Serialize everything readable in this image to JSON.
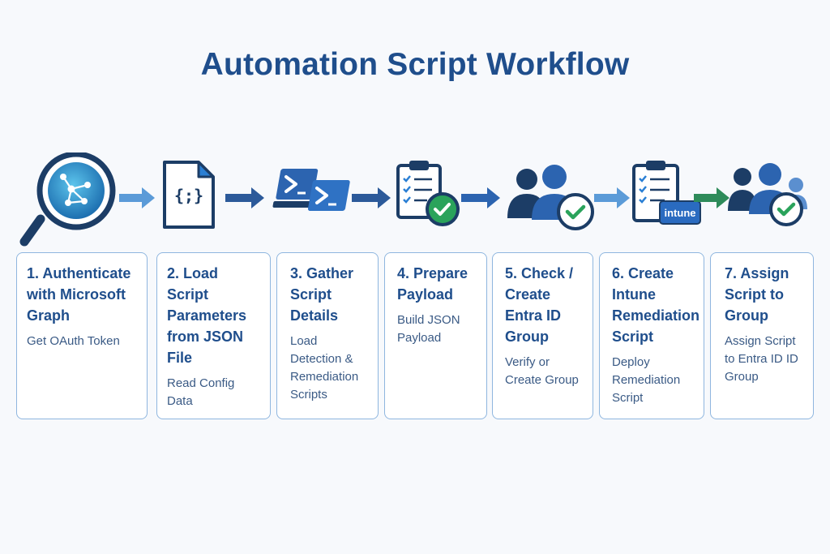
{
  "title": "Automation Script Workflow",
  "steps": [
    {
      "title": "1. Authenticate with Microsoft Graph",
      "desc": "Get OAuth Token",
      "icon": "magnifier-graph-icon"
    },
    {
      "title": "2. Load Script Parameters from JSON File",
      "desc": "Read Config Data",
      "icon": "json-file-icon"
    },
    {
      "title": "3. Gather Script Details",
      "desc": "Load Detection & Remediation Scripts",
      "icon": "powershell-scripts-icon"
    },
    {
      "title": "4. Prepare Payload",
      "desc": "Build JSON Payload",
      "icon": "clipboard-check-icon"
    },
    {
      "title": "5. Check / Create Entra ID Group",
      "desc": "Verify or Create Group",
      "icon": "group-check-icon"
    },
    {
      "title": "6. Create Intune Remediation Script",
      "desc": "Deploy Remediation Script",
      "icon": "clipboard-intune-icon"
    },
    {
      "title": "7. Assign Script to Group",
      "desc": "Assign Script to Entra ID ID Group",
      "icon": "group-assign-icon"
    }
  ],
  "badge": "intune",
  "colors": {
    "primary": "#1f4e8c",
    "accent": "#2a7fd4",
    "success": "#2aa35b",
    "border": "#8fb6df"
  }
}
